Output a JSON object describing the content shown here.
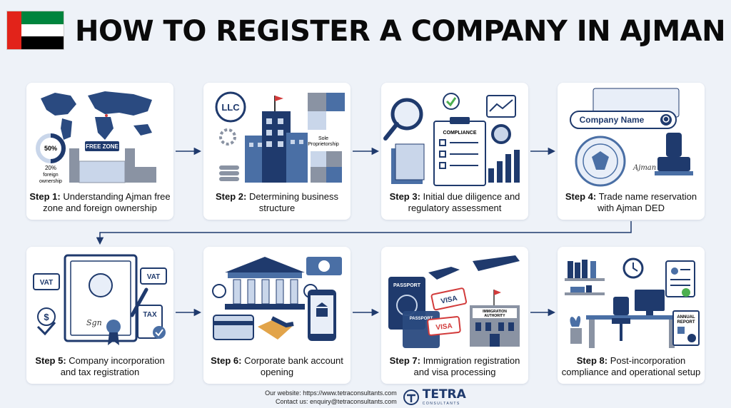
{
  "header": {
    "title": "HOW TO REGISTER A COMPANY IN AJMAN",
    "flag_colors": {
      "red": "#e2231a",
      "green": "#00843d",
      "white": "#ffffff",
      "black": "#000000"
    }
  },
  "steps": [
    {
      "label": "Step 1:",
      "text": "Understanding Ajman free zone and foreign ownership",
      "icon": "world-map-free-zone-icon",
      "illus_text": {
        "pie": "50%",
        "note1": "20%",
        "note2": "foreign",
        "note3": "ownership",
        "sign": "FREE ZONE"
      }
    },
    {
      "label": "Step 2:",
      "text": "Determining business structure",
      "icon": "business-structure-icon",
      "illus_text": {
        "badge": "LLC",
        "note1": "Sole",
        "note2": "Proprietorship"
      }
    },
    {
      "label": "Step 3:",
      "text": "Initial due diligence and regulatory assessment",
      "icon": "compliance-checklist-icon",
      "illus_text": {
        "board": "COMPLIANCE"
      }
    },
    {
      "label": "Step 4:",
      "text": "Trade name reservation with Ajman DED",
      "icon": "trade-name-search-icon",
      "illus_text": {
        "search": "Company Name",
        "sig": "Ajman"
      }
    },
    {
      "label": "Step 5:",
      "text": "Company incorporation and tax registration",
      "icon": "certificate-vat-icon",
      "illus_text": {
        "vat1": "VAT",
        "vat2": "VAT",
        "tax": "TAX"
      }
    },
    {
      "label": "Step 6:",
      "text": "Corporate bank account opening",
      "icon": "bank-handshake-icon",
      "illus_text": {}
    },
    {
      "label": "Step 7:",
      "text": "Immigration registration and visa processing",
      "icon": "passport-visa-icon",
      "illus_text": {
        "passport1": "PASSPORT",
        "passport2": "PASSPORT",
        "visa1": "VISA",
        "visa2": "VISA",
        "building1": "IMMIGRATION",
        "building2": "AUTHORITY"
      }
    },
    {
      "label": "Step 8:",
      "text": "Post-incorporation compliance and operational setup",
      "icon": "office-setup-icon",
      "illus_text": {
        "report1": "ANNUAL",
        "report2": "REPORT"
      }
    }
  ],
  "footer": {
    "website": "Our website: https://www.tetraconsultants.com",
    "contact": "Contact us: enquiry@tetraconsultants.com",
    "brand": "TETRA",
    "brand_sub": "CONSULTANTS"
  },
  "colors": {
    "navy": "#1f3a6d",
    "mid_blue": "#4a6fa5",
    "light_blue": "#c9d6ea",
    "grey": "#8a93a3",
    "accent_red": "#d23b3b",
    "green": "#4caf50",
    "gold": "#e2a44a"
  }
}
